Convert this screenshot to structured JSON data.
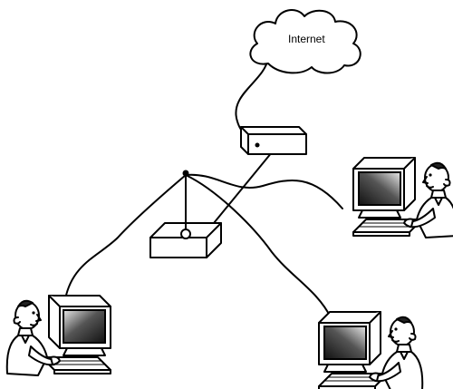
{
  "cloud": {
    "label": "Internet"
  },
  "nodes": [
    {
      "id": "internet-cloud",
      "icon": "cloud-icon"
    },
    {
      "id": "modem",
      "icon": "modem-icon"
    },
    {
      "id": "wireless-router",
      "icon": "wireless-router-icon"
    },
    {
      "id": "user-top-right",
      "icon": "person-at-computer-icon"
    },
    {
      "id": "user-bottom-left",
      "icon": "person-at-computer-icon"
    },
    {
      "id": "user-bottom-right",
      "icon": "person-at-computer-icon"
    }
  ],
  "colors": {
    "ink": "#000000",
    "background": "#ffffff",
    "screen_dark": "#1a1a1a"
  }
}
